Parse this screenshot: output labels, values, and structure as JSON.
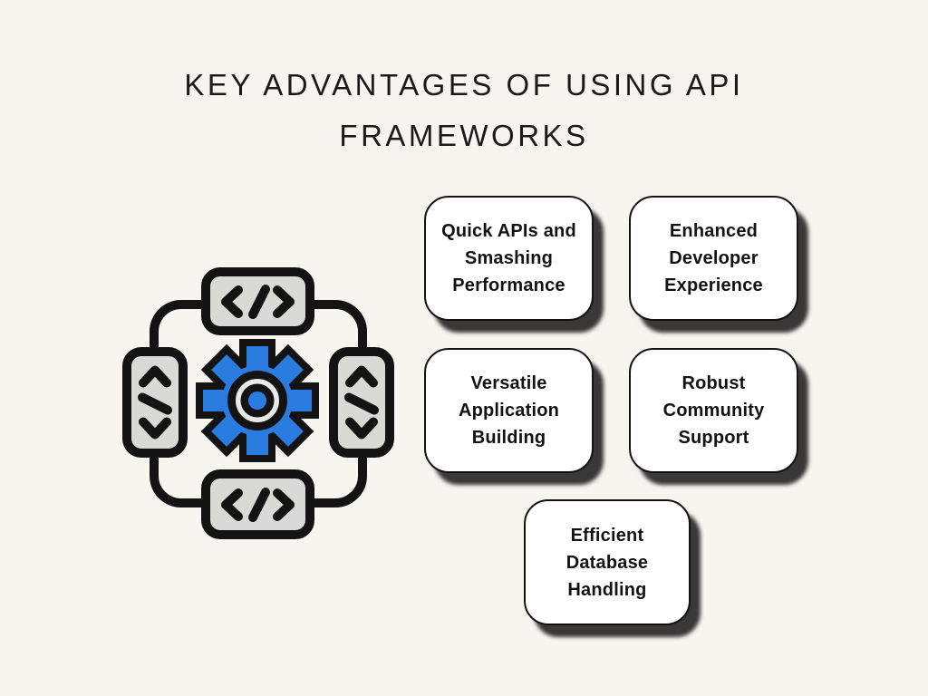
{
  "title": {
    "line1": "KEY ADVANTAGES OF USING API",
    "line2": "FRAMEWORKS"
  },
  "cards": [
    {
      "id": "quick-apis",
      "lines": [
        "Quick APIs and",
        "Smashing",
        "Performance"
      ]
    },
    {
      "id": "developer-experience",
      "lines": [
        "Enhanced",
        "Developer",
        "Experience"
      ]
    },
    {
      "id": "versatile-building",
      "lines": [
        "Versatile",
        "Application",
        "Building"
      ]
    },
    {
      "id": "community-support",
      "lines": [
        "Robust",
        "Community",
        "Support"
      ]
    },
    {
      "id": "database-handling",
      "lines": [
        "Efficient",
        "Database",
        "Handling"
      ]
    }
  ],
  "icon": {
    "name": "api-framework-gear-icon",
    "parts": [
      "code-box-top",
      "code-box-bottom",
      "code-box-left",
      "code-box-right",
      "gear"
    ]
  },
  "colors": {
    "background": "#f7f5f0",
    "card_background": "#ffffff",
    "outline_black": "#131313",
    "shadow": "#161616",
    "gear_blue": "#2b7ce0",
    "icon_box_gray": "#d9d9d6",
    "gear_inner_gray": "#e9e9e9"
  }
}
